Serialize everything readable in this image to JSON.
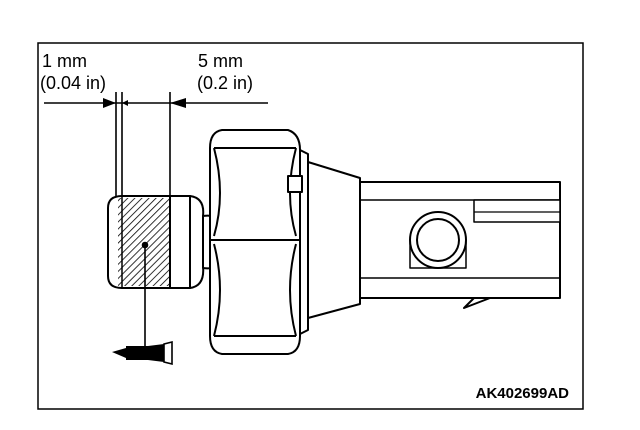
{
  "dimensions": {
    "left": {
      "metric": "1 mm",
      "imperial": "(0.04 in)"
    },
    "right": {
      "metric": "5 mm",
      "imperial": "(0.2 in)"
    }
  },
  "figure_code": "AK402699AD",
  "colors": {
    "ink": "#000000",
    "background": "#ffffff"
  }
}
